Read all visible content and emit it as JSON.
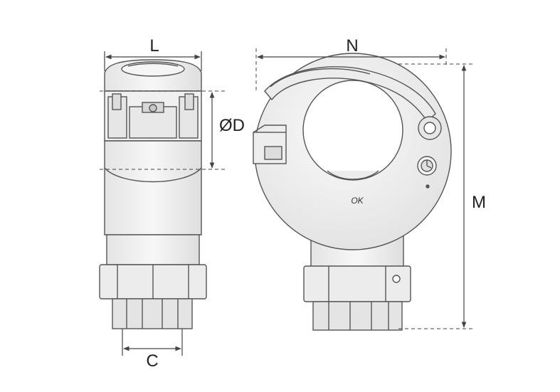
{
  "dimensions": {
    "L": "L",
    "N": "N",
    "D": "ØD",
    "M": "M",
    "C": "C"
  },
  "stamp": "OK",
  "colors": {
    "outline": "#555555",
    "shade_light": "#f2f2f2",
    "shade_mid": "#e2e2e2",
    "shade_dark": "#cfcfcf",
    "dim_line": "#444444"
  }
}
